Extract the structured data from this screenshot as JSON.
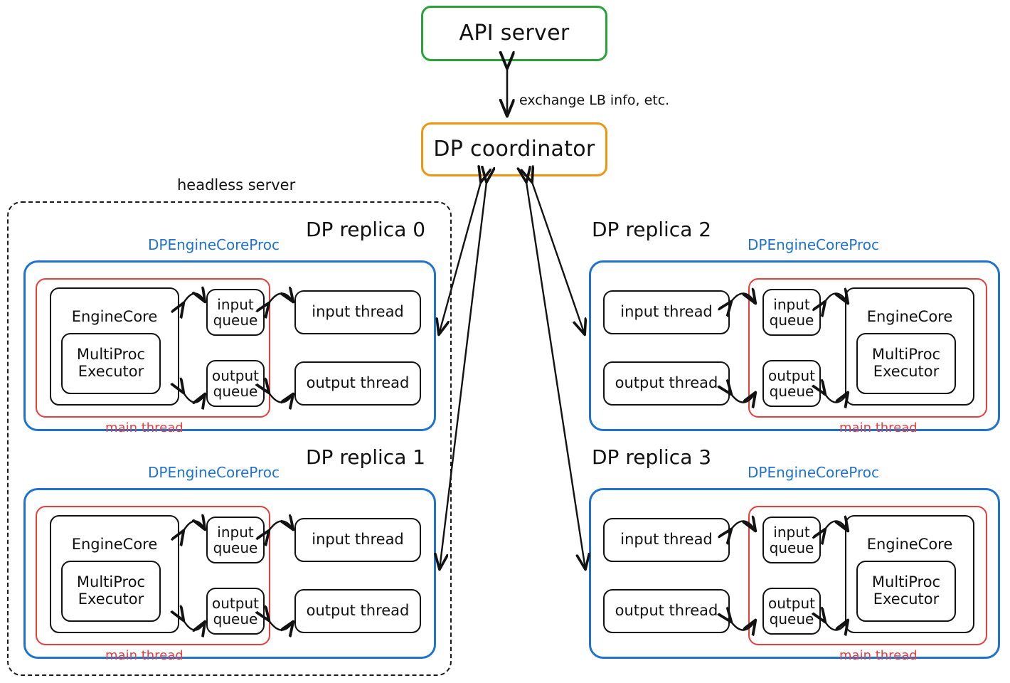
{
  "diagram": {
    "title_nodes": {
      "api_server": "API server",
      "dp_coordinator": "DP coordinator"
    },
    "edge_labels": {
      "coordinator_api": "exchange LB info, etc."
    },
    "group_labels": {
      "headless_server": "headless server"
    },
    "colors": {
      "api_server_border": "#2aa336",
      "coordinator_border": "#f0960e",
      "proc_border": "#1f72d0",
      "main_thread_border": "#ec3d3d",
      "node_border": "#121212",
      "dashed_border": "#1a1a1a",
      "text": "#111111"
    },
    "replicas": [
      {
        "title": "DP replica 0",
        "proc_label": "DPEngineCoreProc",
        "thread_label": "main thread",
        "orientation": "left",
        "inside_headless": true,
        "nodes": {
          "engine_core": "EngineCore",
          "executor": "MultiProc\nExecutor",
          "executor_line1": "MultiProc",
          "executor_line2": "Executor",
          "input_queue_line1": "input",
          "input_queue_line2": "queue",
          "output_queue_line1": "output",
          "output_queue_line2": "queue",
          "input_thread": "input thread",
          "output_thread": "output thread"
        }
      },
      {
        "title": "DP replica 1",
        "proc_label": "DPEngineCoreProc",
        "thread_label": "main thread",
        "orientation": "left",
        "inside_headless": true,
        "nodes": {
          "engine_core": "EngineCore",
          "executor": "MultiProc\nExecutor",
          "executor_line1": "MultiProc",
          "executor_line2": "Executor",
          "input_queue_line1": "input",
          "input_queue_line2": "queue",
          "output_queue_line1": "output",
          "output_queue_line2": "queue",
          "input_thread": "input thread",
          "output_thread": "output thread"
        }
      },
      {
        "title": "DP replica 2",
        "proc_label": "DPEngineCoreProc",
        "thread_label": "main thread",
        "orientation": "right",
        "inside_headless": false,
        "nodes": {
          "engine_core": "EngineCore",
          "executor": "MultiProc\nExecutor",
          "executor_line1": "MultiProc",
          "executor_line2": "Executor",
          "input_queue_line1": "input",
          "input_queue_line2": "queue",
          "output_queue_line1": "output",
          "output_queue_line2": "queue",
          "input_thread": "input thread",
          "output_thread": "output thread"
        }
      },
      {
        "title": "DP replica 3",
        "proc_label": "DPEngineCoreProc",
        "thread_label": "main thread",
        "orientation": "right",
        "inside_headless": false,
        "nodes": {
          "engine_core": "EngineCore",
          "executor": "MultiProc\nExecutor",
          "executor_line1": "MultiProc",
          "executor_line2": "Executor",
          "input_queue_line1": "input",
          "input_queue_line2": "queue",
          "output_queue_line1": "output",
          "output_queue_line2": "queue",
          "input_thread": "input thread",
          "output_thread": "output thread"
        }
      }
    ]
  }
}
